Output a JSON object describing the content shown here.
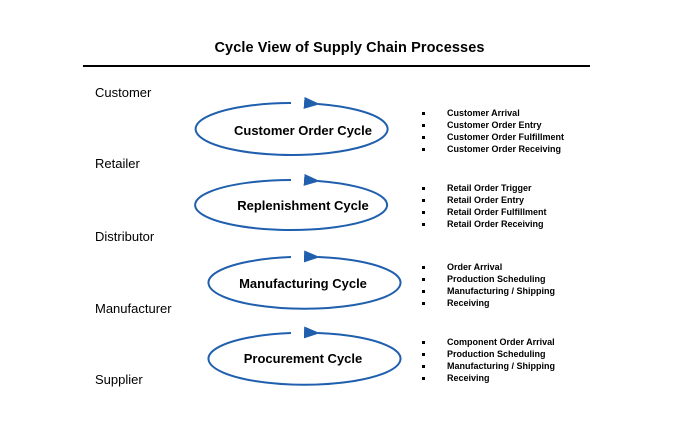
{
  "title": "Cycle View of Supply Chain Processes",
  "colors": {
    "ellipse": "#1f5fae",
    "text": "#000000",
    "background": "#ffffff"
  },
  "stages": [
    {
      "label": "Customer"
    },
    {
      "label": "Retailer"
    },
    {
      "label": "Distributor"
    },
    {
      "label": "Manufacturer"
    },
    {
      "label": "Supplier"
    }
  ],
  "cycles": [
    {
      "label": "Customer Order Cycle",
      "steps": [
        "Customer Arrival",
        "Customer Order Entry",
        "Customer Order Fulfillment",
        "Customer Order Receiving"
      ]
    },
    {
      "label": "Replenishment Cycle",
      "steps": [
        "Retail Order Trigger",
        "Retail Order Entry",
        "Retail Order Fulfillment",
        "Retail Order Receiving"
      ]
    },
    {
      "label": "Manufacturing Cycle",
      "steps": [
        "Order Arrival",
        "Production Scheduling",
        "Manufacturing / Shipping",
        "Receiving"
      ]
    },
    {
      "label": "Procurement Cycle",
      "steps": [
        "Component Order Arrival",
        "Production Scheduling",
        "Manufacturing / Shipping",
        "Receiving"
      ]
    }
  ]
}
